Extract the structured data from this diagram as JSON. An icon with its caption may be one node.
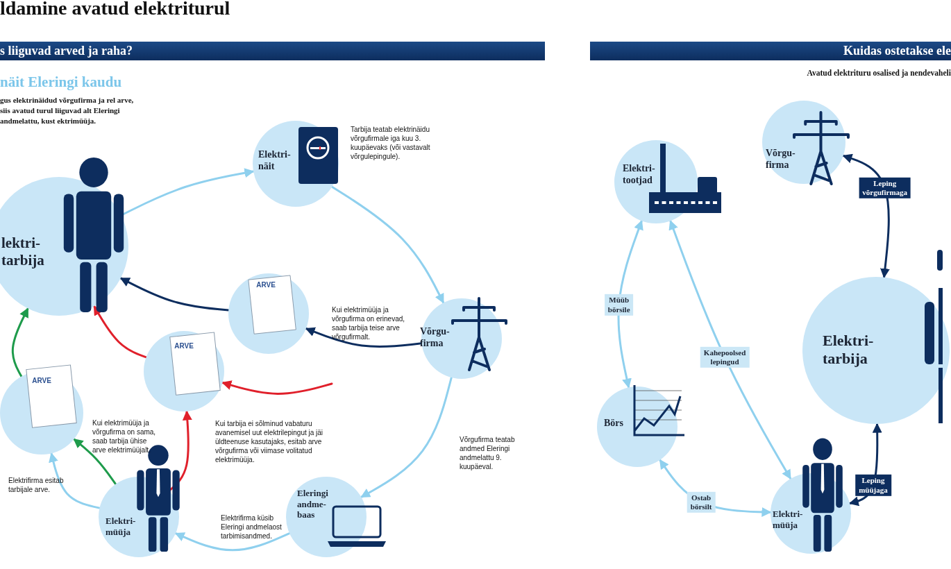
{
  "diagram": {
    "title": "ldamine avatud elektriturul",
    "nodes": [
      {
        "text": [
          "lektri- tarbija"
        ]
      },
      {
        "text": [
          "Elektri- näit"
        ],
        "beside": [
          "Tarbija teatab elektrinäidu võrgufirmale iga kuu 3. kuupäevaks (või vastavalt võrgulepingule)."
        ]
      },
      {
        "text": [
          "Võrgu- firma"
        ]
      },
      {
        "text": [
          "Eleringi andme- baas"
        ]
      },
      {
        "text": [
          "Elektri- müüja"
        ]
      },
      {
        "text": [
          "ARVE"
        ]
      },
      {
        "text": [
          "ARVE"
        ]
      },
      {
        "text": [
          "ARVE"
        ]
      },
      {
        "text": [
          "Elektri- tootjad"
        ]
      },
      {
        "text": [
          "Võrgu- firma"
        ]
      },
      {
        "text": [
          "Börs"
        ]
      },
      {
        "text": [
          "Elektri- tarbija"
        ]
      },
      {
        "text": [
          "Elektri- müüja"
        ]
      }
    ],
    "edges": [
      {
        "from": 0,
        "to": 1,
        "arrow": "to"
      },
      {
        "from": 1,
        "to": 2,
        "arrow": "to"
      },
      {
        "from": 2,
        "to": 3,
        "arrow": "to"
      },
      {
        "from": 3,
        "to": 4,
        "arrow": "to"
      },
      {
        "from": 4,
        "to": 5,
        "arrow": "to"
      },
      {
        "from": 4,
        "to": 5,
        "arrow": "to",
        "color": "#1e9b4b"
      },
      {
        "from": 5,
        "to": 0,
        "arrow": "to",
        "color": "#1e9b4b"
      },
      {
        "from": 4,
        "to": 6,
        "arrow": "to",
        "color": "#e0202b"
      },
      {
        "from": null,
        "to": 6,
        "arrow": "to",
        "color": "#e0202b"
      },
      {
        "from": 6,
        "to": 0,
        "arrow": "to",
        "color": "#e0202b"
      },
      {
        "from": 2,
        "to": 7,
        "arrow": "to",
        "color": "#0d2d5e"
      },
      {
        "from": 7,
        "to": 0,
        "arrow": "to",
        "color": "#0d2d5e"
      },
      {
        "from": 8,
        "to": 10,
        "arrow": "both",
        "label": "Müüb börsile"
      },
      {
        "from": 8,
        "to": 12,
        "arrow": "both",
        "label": "Kahepoolsed lepingud"
      },
      {
        "from": 10,
        "to": 12,
        "arrow": "both",
        "label": "Ostab börsilt"
      },
      {
        "from": 9,
        "to": 11,
        "arrow": "both",
        "label": "Leping võrgufirmaga",
        "color": "#0d2d5e"
      },
      {
        "from": 12,
        "to": 11,
        "arrow": "both",
        "label": "Leping müüjaga",
        "color": "#0d2d5e"
      }
    ],
    "labels": [
      "s liiguvad arved ja raha?",
      "näit Eleringi kaudu",
      "gus elektrinäidud võrgufirma ja rel arve, siis avatud turul liiguvad alt Eleringi andmelattu, kust ektrimüüja.",
      "Kui elektrimüüja ja võrgufirma on erinevad, saab tarbija teise arve võrgufirmalt.",
      "Kui elektrimüüja ja võrgufirma on sama, saab tarbija ühise arve elektrimüüjalt.",
      "Kui tarbija ei sõlminud vabaturu avanemisel uut elektrilepingut ja jäi üldteenuse kasutajaks, esitab arve võrgufirma või viimase volitatud elektrimüüja.",
      "Võrgufirma teatab andmed Eleringi andmelattu 9. kuupäeval.",
      "Elektrifirma esitab tarbijale arve.",
      "Elektrifirma küsib Eleringi andmelaost tarbimisandmed.",
      "Kuidas ostetakse ele",
      "Avatud elektrituru osalised ja nendevaheli"
    ]
  }
}
